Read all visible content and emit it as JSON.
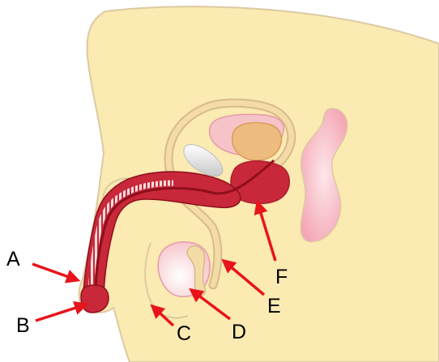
{
  "colors": {
    "skin": "#fbeab1",
    "outline": "#dccaa3",
    "duct": "#f3dca6",
    "ductOutline": "#d8ba8c",
    "tissueRed": "#c8283a",
    "tissueDark": "#8e0f1b",
    "bladderPink": "#f5c3c8",
    "glandOrange": "#efbc80",
    "rectumPink": "#f4a6b4",
    "arrow": "#e8141b",
    "testis": "#f7c9cf",
    "silver": "#dedede"
  },
  "labels": [
    {
      "id": "A",
      "text": "A"
    },
    {
      "id": "B",
      "text": "B"
    },
    {
      "id": "C",
      "text": "C"
    },
    {
      "id": "D",
      "text": "D"
    },
    {
      "id": "E",
      "text": "E"
    },
    {
      "id": "F",
      "text": "F"
    }
  ]
}
